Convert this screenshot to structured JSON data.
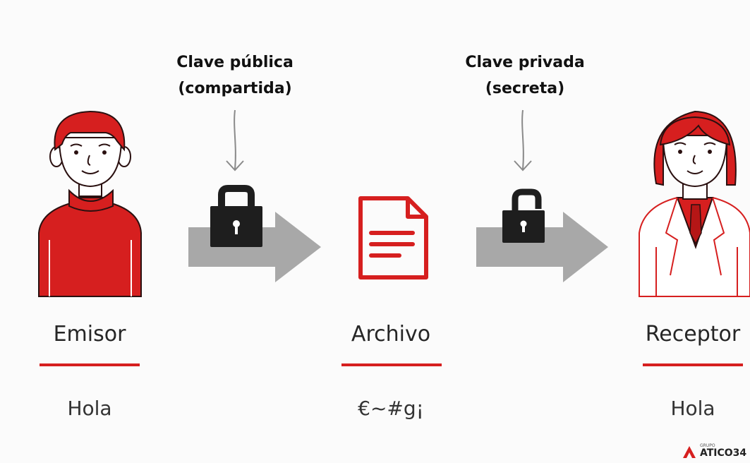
{
  "keys": {
    "public": {
      "line1": "Clave pública",
      "line2": "(compartida)"
    },
    "private": {
      "line1": "Clave privada",
      "line2": "(secreta)"
    }
  },
  "columns": {
    "sender": {
      "title": "Emisor",
      "message": "Hola"
    },
    "file": {
      "title": "Archivo",
      "message": "€~#g¡"
    },
    "receiver": {
      "title": "Receptor",
      "message": "Hola"
    }
  },
  "logo": {
    "small": "GRUPO",
    "name": "ATICO34"
  },
  "colors": {
    "accent": "#d61f1f",
    "arrow": "#a8a8a8",
    "lock": "#1e1e1e"
  },
  "icons": [
    "sender-person-icon",
    "closed-padlock-icon",
    "document-icon",
    "open-padlock-icon",
    "receiver-person-icon"
  ]
}
